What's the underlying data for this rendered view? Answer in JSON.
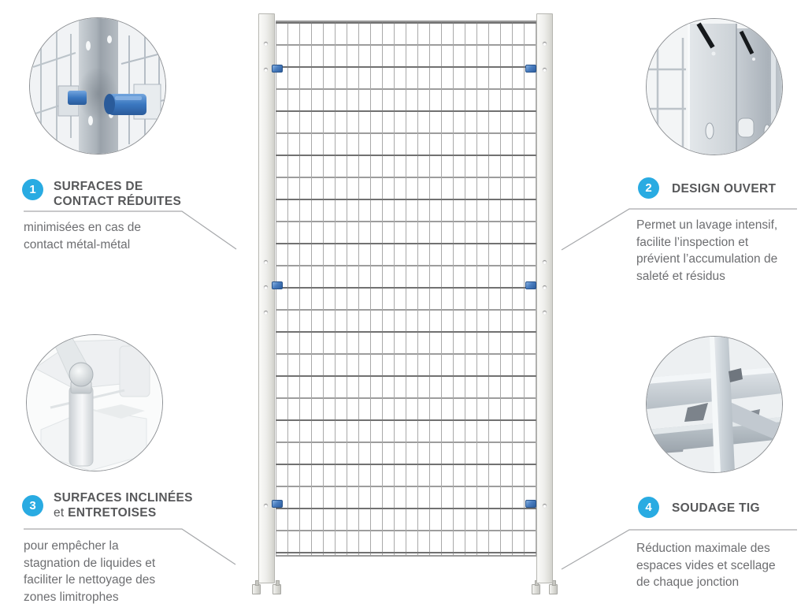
{
  "colors": {
    "accent_blue": "#29abe2",
    "title_text": "#57585a",
    "body_text": "#6d6e71",
    "connector_line": "#a6a8ab",
    "clip_blue": "#3e6fae"
  },
  "features": [
    {
      "number": "1",
      "title1": "SURFACES DE",
      "title2_prefix": "",
      "title2": "CONTACT RÉDUITES",
      "desc": [
        "minimisées en cas de",
        "contact métal-métal"
      ]
    },
    {
      "number": "2",
      "title1": "DESIGN OUVERT",
      "title2_prefix": "",
      "title2": "",
      "desc": [
        "Permet un lavage intensif,",
        "facilite l’inspection et",
        "prévient l’accumulation de",
        "saleté et résidus"
      ]
    },
    {
      "number": "3",
      "title1": "SURFACES INCLINÉES",
      "title2_prefix": "et ",
      "title2": "ENTRETOISES",
      "desc": [
        "pour empêcher la",
        "stagnation de liquides et",
        "faciliter le nettoyage des",
        "zones limitrophes"
      ]
    },
    {
      "number": "4",
      "title1": "SOUDAGE TIG",
      "title2_prefix": "",
      "title2": "",
      "desc": [
        "Réduction maximale des",
        "espaces vides et scellage",
        "de chaque jonction"
      ]
    }
  ]
}
